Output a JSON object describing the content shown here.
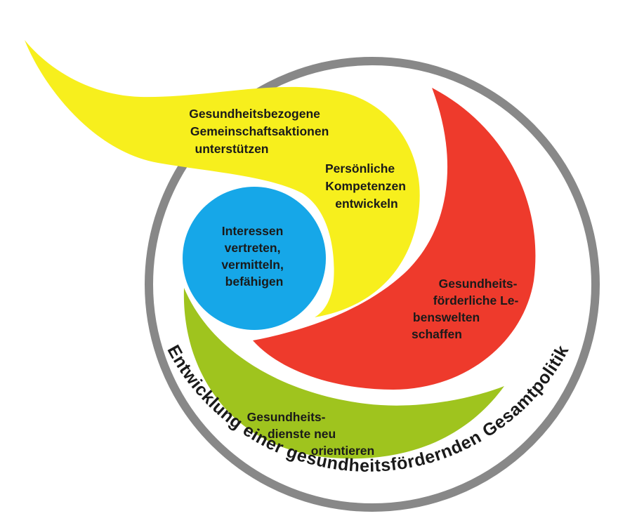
{
  "colors": {
    "ring": "#888888",
    "yellow": "#f7ef1d",
    "red": "#ee3a2c",
    "green": "#9fc41e",
    "blue": "#16a7e8",
    "text": "#1a1a1a"
  },
  "center": {
    "lines": [
      "Interessen",
      "vertreten,",
      "vermitteln,",
      "befähigen"
    ]
  },
  "yellow_tail": {
    "lines": [
      "Gesundheitsbezogene",
      "Gemeinschaftsaktionen",
      "unterstützen"
    ]
  },
  "yellow_inner": {
    "lines": [
      "Persönliche",
      "Kompetenzen",
      "entwickeln"
    ]
  },
  "red": {
    "lines": [
      "Gesundheits-",
      "förderliche Le-",
      "benswelten",
      "schaffen"
    ]
  },
  "green": {
    "lines": [
      "Gesundheits-",
      "dienste neu",
      "orientieren"
    ]
  },
  "ring_label": "Entwicklung einer gesundheitsfördernden Gesamtpolitik"
}
